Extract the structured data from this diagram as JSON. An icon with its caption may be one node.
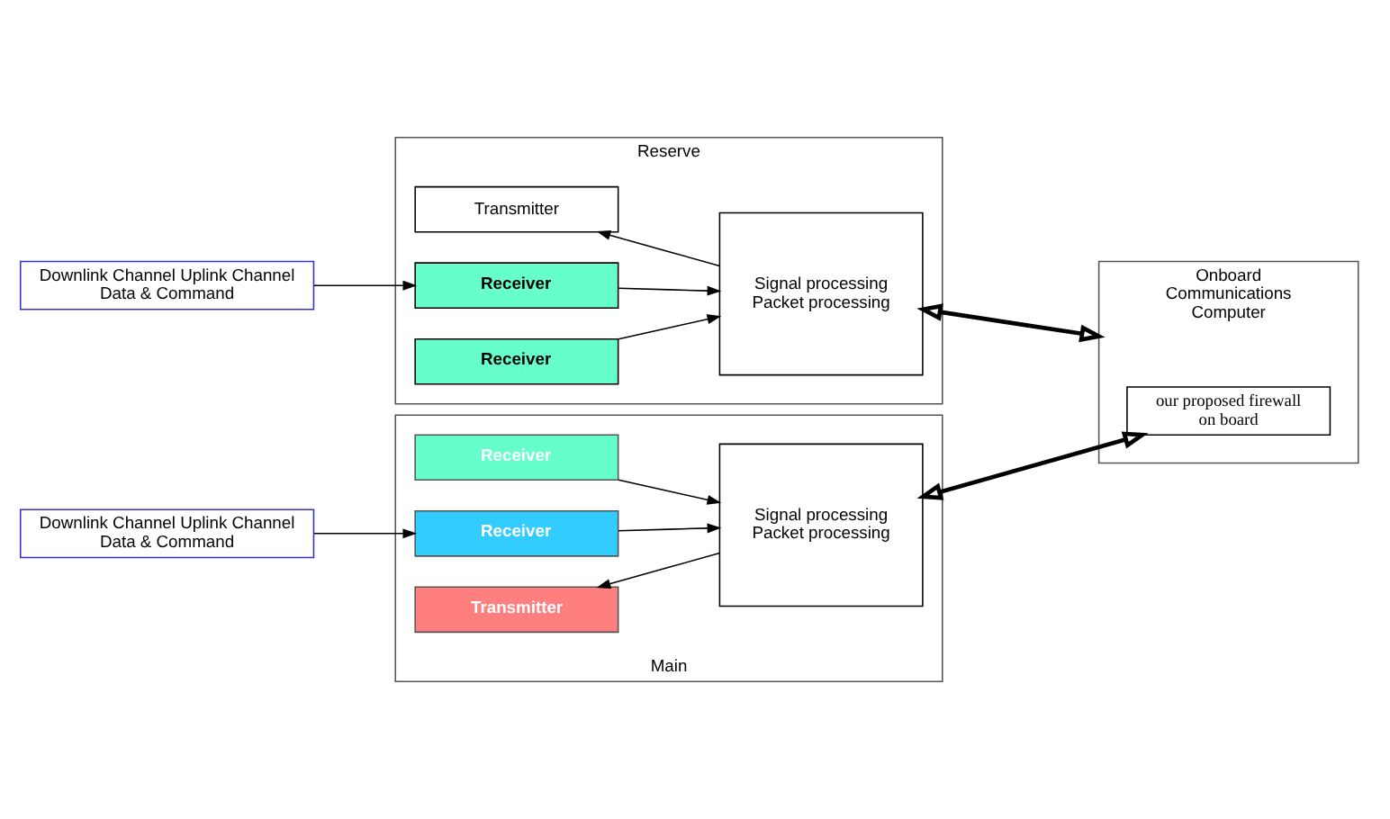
{
  "diagram": {
    "nodes": [
      {
        "text": [
          "Downlink Channel Uplink Channel Data & Command"
        ]
      },
      {
        "text": [
          "Reserve"
        ]
      },
      {
        "text": [
          "Transmitter"
        ],
        "in": 1
      },
      {
        "text": [
          "Receiver"
        ],
        "in": 1
      },
      {
        "text": [
          "Receiver"
        ],
        "in": 1
      },
      {
        "text": [
          "Signal processing Packet processing"
        ],
        "in": 1
      },
      {
        "text": [
          "Onboard Communications Computer"
        ]
      },
      {
        "text": [
          "our proposed firewall on board"
        ],
        "in": 6
      },
      {
        "text": [
          "Downlink Channel Uplink Channel Data & Command"
        ]
      },
      {
        "text": [
          "Main"
        ]
      },
      {
        "text": [
          "Receiver"
        ],
        "in": 9
      },
      {
        "text": [
          "Receiver"
        ],
        "in": 9
      },
      {
        "text": [
          "Transmitter"
        ],
        "in": 9
      },
      {
        "text": [
          "Signal processing Packet processing"
        ],
        "in": 9
      }
    ],
    "edges": [
      {
        "from": 0,
        "to": 3,
        "arrow": "to"
      },
      {
        "from": 5,
        "to": 2,
        "arrow": "to"
      },
      {
        "from": 3,
        "to": 5,
        "arrow": "to"
      },
      {
        "from": 4,
        "to": 5,
        "arrow": "to"
      },
      {
        "from": 5,
        "to": 6,
        "arrow": "both",
        "style": "thick"
      },
      {
        "from": 8,
        "to": 11,
        "arrow": "to"
      },
      {
        "from": 10,
        "to": 13,
        "arrow": "to"
      },
      {
        "from": 11,
        "to": 13,
        "arrow": "to"
      },
      {
        "from": 13,
        "to": 12,
        "arrow": "to"
      },
      {
        "from": 13,
        "to": 7,
        "arrow": "both",
        "style": "thick"
      }
    ]
  }
}
